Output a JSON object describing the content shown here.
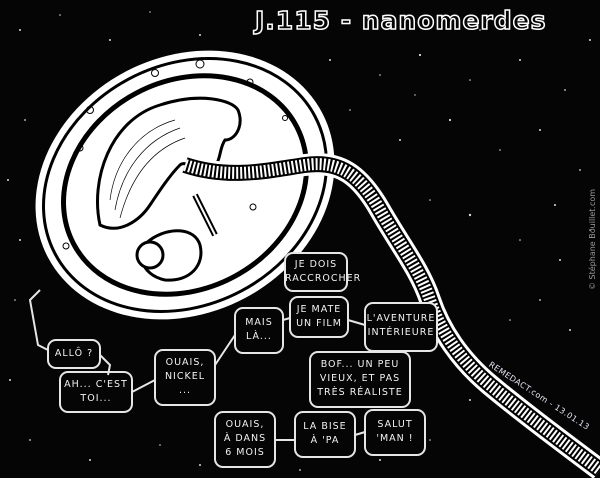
{
  "comic": {
    "title": "J.115 - nanomerdes",
    "signature": "REMEDACT.com - 13.01.13",
    "copyright": "© Stéphane Bouillet.com"
  },
  "bubbles": [
    {
      "id": "allo",
      "text": "Allô ?"
    },
    {
      "id": "ah-cest-toi",
      "text": "Ah... c'est\ntoi..."
    },
    {
      "id": "ouais-nickel",
      "text": "Ouais,\nnickel\n..."
    },
    {
      "id": "mais-la",
      "text": "Mais\nlà..."
    },
    {
      "id": "je-dois-raccrocher",
      "text": "Je dois\nraccrocher"
    },
    {
      "id": "je-mate-un-film",
      "text": "Je mate\nun film"
    },
    {
      "id": "aventure-interieure",
      "text": "L'aventure\nintérieure"
    },
    {
      "id": "bof-un-peu-vieux",
      "text": "Bof... un peu\nvieux, et pas\ntrès réaliste"
    },
    {
      "id": "ouais-a-dans-6-mois",
      "text": "Ouais,\nà dans\n6 mois"
    },
    {
      "id": "la-bise-a-pa",
      "text": "La bise\nà 'pa"
    },
    {
      "id": "salut-man",
      "text": "Salut\n'man !"
    }
  ],
  "colors": {
    "background": "#050505",
    "ink": "#ffffff",
    "bubble_outline": "#e6e6e6"
  }
}
